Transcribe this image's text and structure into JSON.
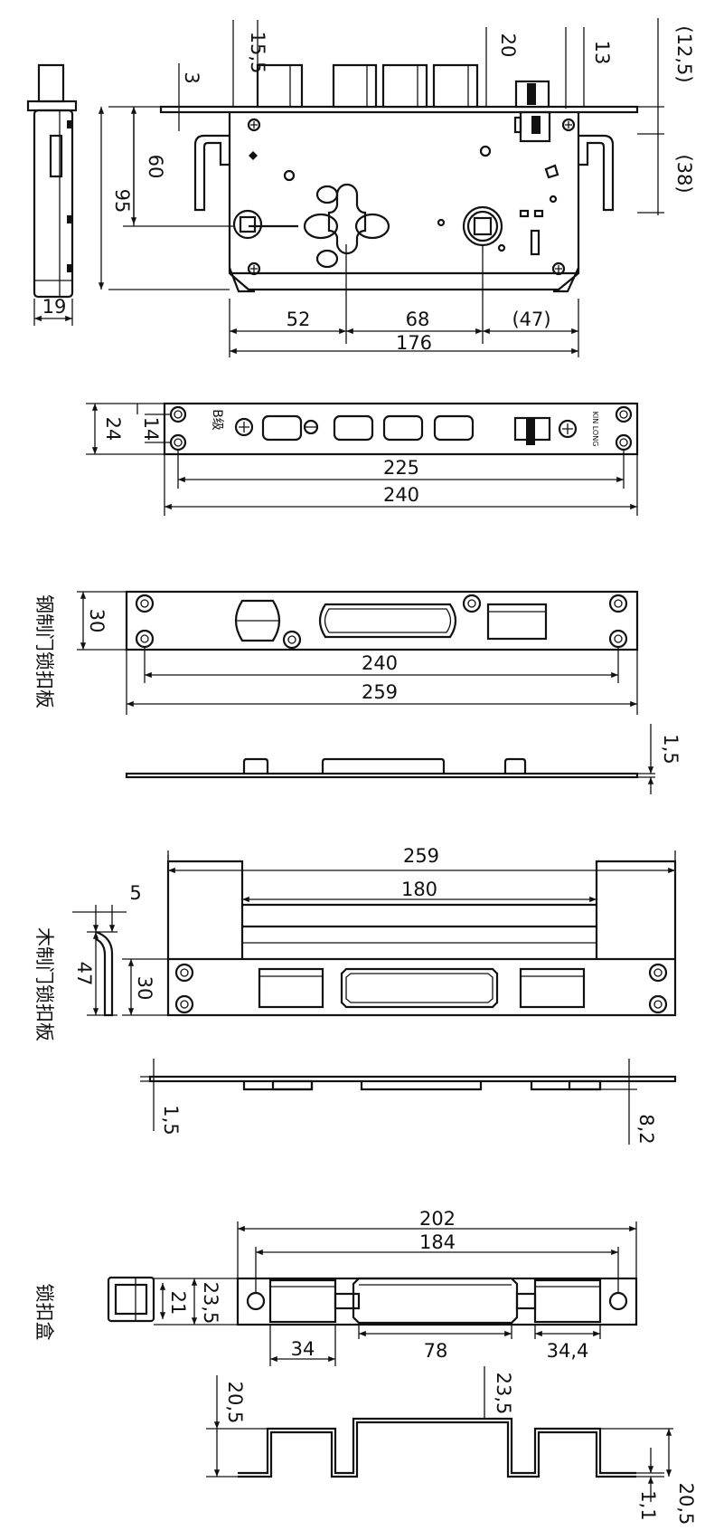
{
  "mortise_lock": {
    "dims": {
      "d15_5": "15,5",
      "d3": "3",
      "d20": "20",
      "d13": "13",
      "d12_5": "(12,5)",
      "d60": "60",
      "d95": "95",
      "d38": "(38)",
      "d19": "19",
      "d52": "52",
      "d68": "68",
      "d47": "(47)",
      "d176": "176"
    }
  },
  "faceplate": {
    "grade_label": "B级",
    "brand_mark": "KIN LONG",
    "dims": {
      "d24": "24",
      "d14": "14",
      "d225": "225",
      "d240": "240"
    }
  },
  "steel_strike": {
    "title": "钢制门锁扣板",
    "dims": {
      "d30": "30",
      "d240": "240",
      "d259": "259",
      "d1_5": "1,5"
    }
  },
  "wood_strike": {
    "title": "木制门锁扣板",
    "dims": {
      "d5": "5",
      "d47": "47",
      "d30": "30",
      "d259": "259",
      "d180": "180",
      "d1_5": "1,5",
      "d8_2": "8,2"
    }
  },
  "strike_box": {
    "title": "锁扣盒",
    "dims": {
      "d202": "202",
      "d184": "184",
      "d23_5": "23,5",
      "d21": "21",
      "d34": "34",
      "d78": "78",
      "d34_4": "34,4",
      "d20_5_left": "20,5",
      "d23_5_center": "23,5",
      "d1_1": "1,1",
      "d20_5_right": "20,5"
    }
  }
}
